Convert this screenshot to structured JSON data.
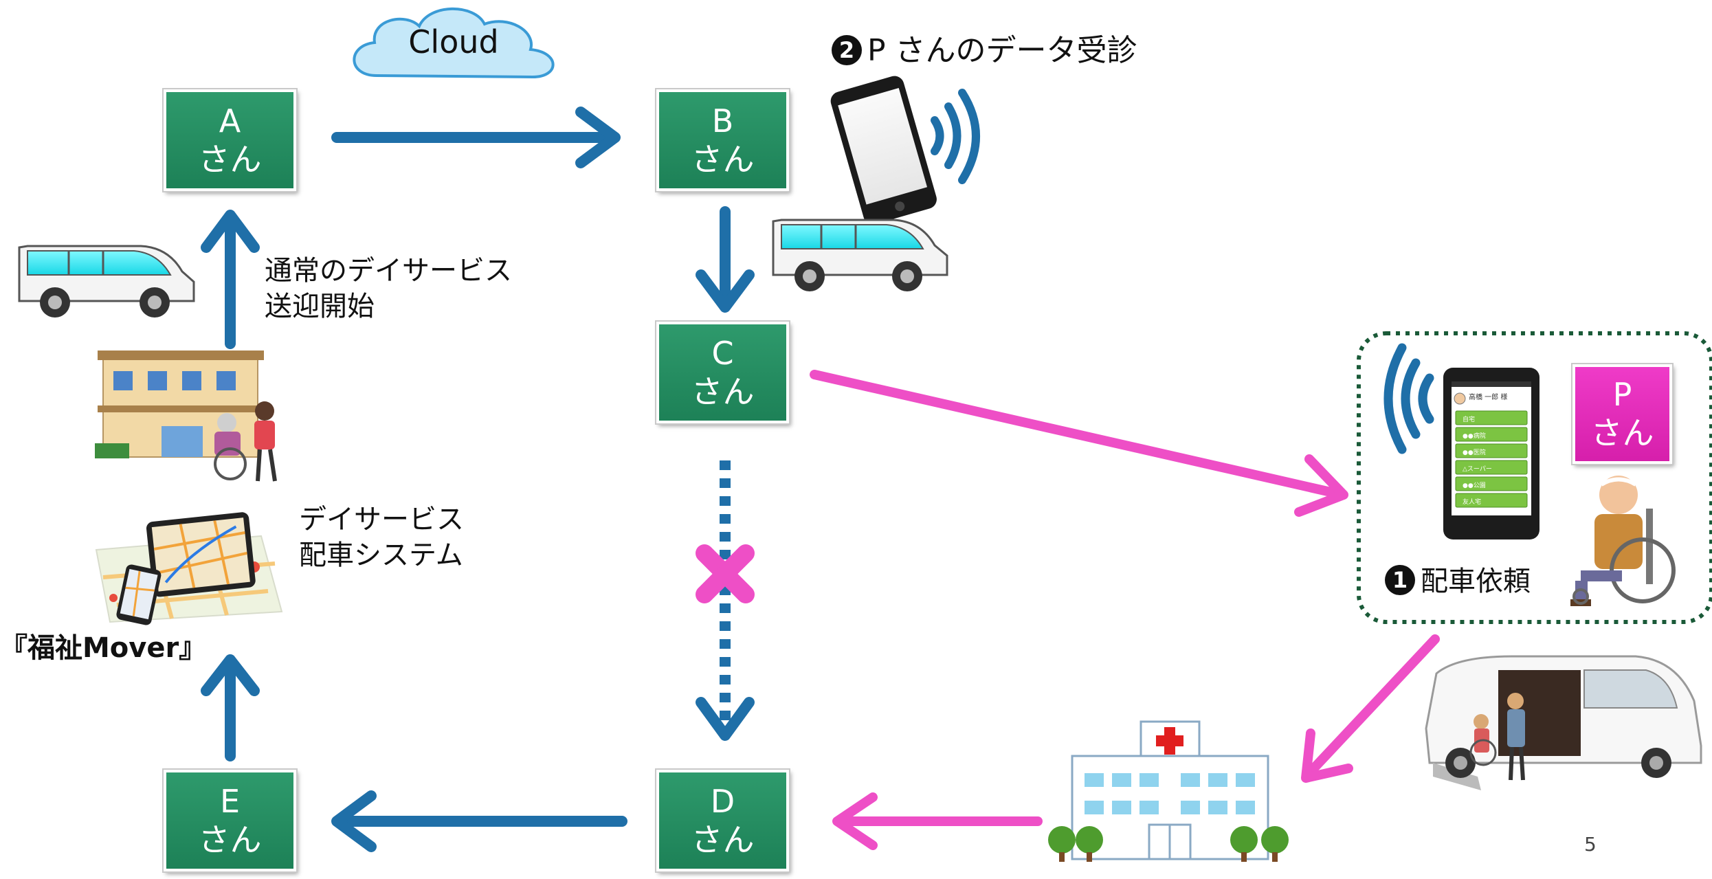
{
  "cloud_label": "Cloud",
  "nodes": {
    "a": {
      "letter": "A",
      "suffix": "さん"
    },
    "b": {
      "letter": "B",
      "suffix": "さん"
    },
    "c": {
      "letter": "C",
      "suffix": "さん"
    },
    "d": {
      "letter": "D",
      "suffix": "さん"
    },
    "e": {
      "letter": "E",
      "suffix": "さん"
    },
    "p": {
      "letter": "P",
      "suffix": "さん"
    }
  },
  "labels": {
    "step2_number": "2",
    "step2_text": "P さんのデータ受診",
    "dayservice_line1": "通常のデイサービス",
    "dayservice_line2": "送迎開始",
    "dispatch_line1": "デイサービス",
    "dispatch_line2": "配車システム",
    "system_name": "『福祉Mover』",
    "step1_number": "1",
    "step1_text": "配車依頼"
  },
  "phone_screen": {
    "header": "高橋 一郎 様",
    "menu": [
      "自宅",
      "●●病院",
      "●●医院",
      "△スーパー",
      "●●公園",
      "友人宅"
    ]
  },
  "page_number": "5",
  "colors": {
    "node_green": "#1d8157",
    "node_pink": "#d61fab",
    "arrow_blue": "#1f6fa8",
    "arrow_pink": "#ee4fc6",
    "dotted_border": "#1a5a38"
  }
}
